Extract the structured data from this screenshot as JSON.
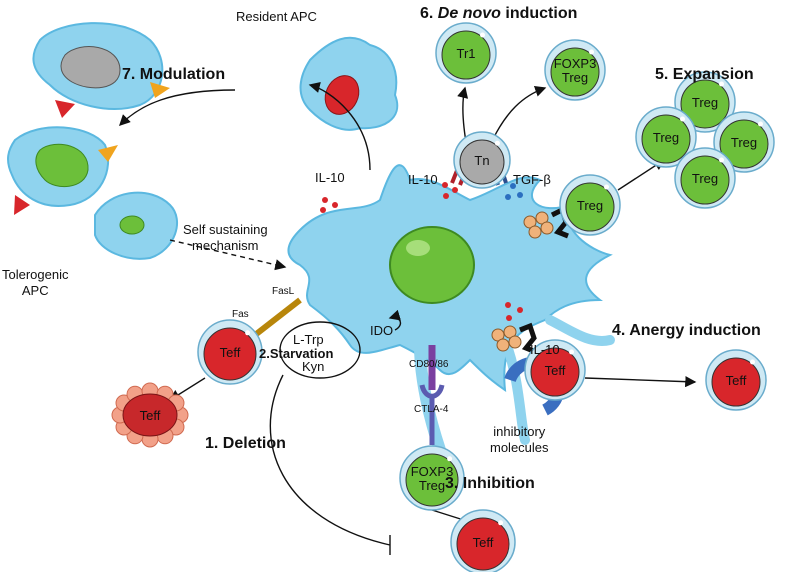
{
  "titles": {
    "de_novo_num": "6.",
    "de_novo_em": "De novo",
    "de_novo_rest": "induction",
    "expansion": "5. Expansion",
    "modulation": "7. Modulation",
    "anergy": "4. Anergy induction",
    "deletion": "1. Deletion",
    "inhibition": "3. Inhibition",
    "starvation": "2.Starvation"
  },
  "labels": {
    "resident_apc": "Resident APC",
    "tolerogenic_1": "Tolerogenic",
    "tolerogenic_2": "APC",
    "self_1": "Self sustaining",
    "self_2": "mechanism",
    "il10_top": "IL-10",
    "il10_mid": "IL-10",
    "il10_right": "IL-10",
    "tgfb": "TGF-β",
    "fasl": "FasL",
    "fas": "Fas",
    "ltrp": "L-Trp",
    "kyn": "Kyn",
    "ido": "IDO",
    "cd80": "CD80/86",
    "ctla4": "CTLA-4",
    "inhib_1": "inhibitory",
    "inhib_2": "molecules"
  },
  "cells": [
    {
      "label": "Tr1",
      "type": "green"
    },
    {
      "label": "FOXP3|Treg",
      "type": "green"
    },
    {
      "label": "Tn",
      "type": "gray"
    },
    {
      "label": "Treg",
      "type": "green"
    },
    {
      "label": "Treg",
      "type": "green"
    },
    {
      "label": "Treg",
      "type": "green"
    },
    {
      "label": "Treg",
      "type": "green"
    },
    {
      "label": "Treg",
      "type": "green"
    },
    {
      "label": "Teff",
      "type": "red"
    },
    {
      "label": "Teff",
      "type": "red"
    },
    {
      "label": "Teff",
      "type": "red"
    },
    {
      "label": "FOXP3|Treg",
      "type": "green"
    },
    {
      "label": "Teff",
      "type": "red"
    },
    {
      "label": "Teff",
      "type": "dying"
    }
  ],
  "colors": {
    "apc": "#8fd3ee",
    "apc_dark": "#5bb8e0",
    "treg": "#6cbf3a",
    "teff": "#d8262b",
    "tn": "#a9a9a9",
    "rim": "#cfe9f4"
  }
}
